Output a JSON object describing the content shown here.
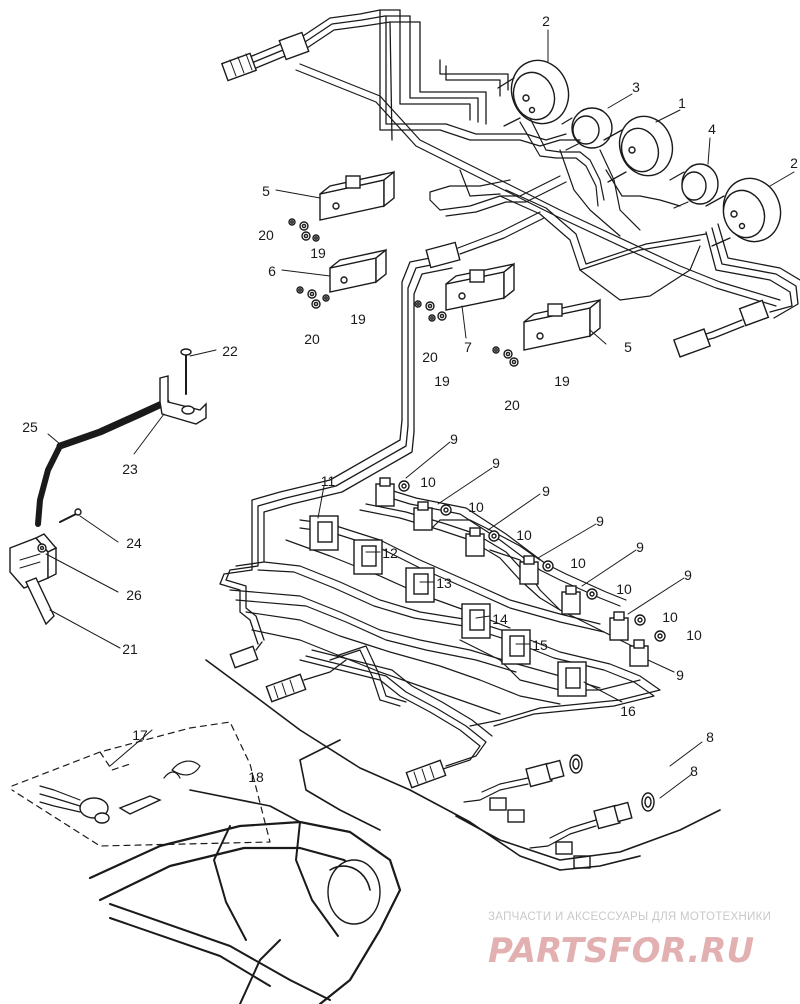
{
  "callouts": [
    {
      "label": "1"
    },
    {
      "label": "2"
    },
    {
      "label": "2"
    },
    {
      "label": "3"
    },
    {
      "label": "4"
    },
    {
      "label": "5"
    },
    {
      "label": "5"
    },
    {
      "label": "6"
    },
    {
      "label": "7"
    },
    {
      "label": "8"
    },
    {
      "label": "8"
    },
    {
      "label": "9"
    },
    {
      "label": "9"
    },
    {
      "label": "9"
    },
    {
      "label": "9"
    },
    {
      "label": "9"
    },
    {
      "label": "9"
    },
    {
      "label": "9"
    },
    {
      "label": "10"
    },
    {
      "label": "10"
    },
    {
      "label": "10"
    },
    {
      "label": "10"
    },
    {
      "label": "10"
    },
    {
      "label": "10"
    },
    {
      "label": "10"
    },
    {
      "label": "11"
    },
    {
      "label": "12"
    },
    {
      "label": "13"
    },
    {
      "label": "14"
    },
    {
      "label": "15"
    },
    {
      "label": "16"
    },
    {
      "label": "17"
    },
    {
      "label": "18"
    },
    {
      "label": "19"
    },
    {
      "label": "19"
    },
    {
      "label": "19"
    },
    {
      "label": "19"
    },
    {
      "label": "20"
    },
    {
      "label": "20"
    },
    {
      "label": "20"
    },
    {
      "label": "20"
    },
    {
      "label": "21"
    },
    {
      "label": "22"
    },
    {
      "label": "23"
    },
    {
      "label": "24"
    },
    {
      "label": "25"
    },
    {
      "label": "26"
    }
  ],
  "watermark": {
    "line1": "ЗАПЧАСТИ И АКСЕССУАРЫ ДЛЯ МОТОТЕХНИКИ",
    "line2": "PARTSFOR.RU"
  }
}
